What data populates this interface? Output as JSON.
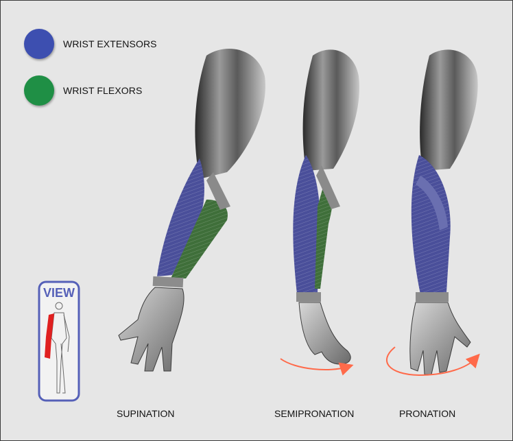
{
  "legend": [
    {
      "label": "WRIST EXTENSORS",
      "color": "#3d4fb0"
    },
    {
      "label": "WRIST FLEXORS",
      "color": "#1f8f45"
    }
  ],
  "view_badge": {
    "label": "VIEW",
    "border_color": "#5560b8",
    "highlight_color": "#e02020"
  },
  "captions": {
    "supination": "SUPINATION",
    "semipronation": "SEMIPRONATION",
    "pronation": "PRONATION"
  },
  "colors": {
    "extensor": "#4a4f9a",
    "flexor": "#3f6f3a",
    "muscle_gray": "#6f6f6f",
    "arrow": "#ff6a4a"
  },
  "icons": [
    "rotation-arrow-icon",
    "body-figure-icon"
  ]
}
